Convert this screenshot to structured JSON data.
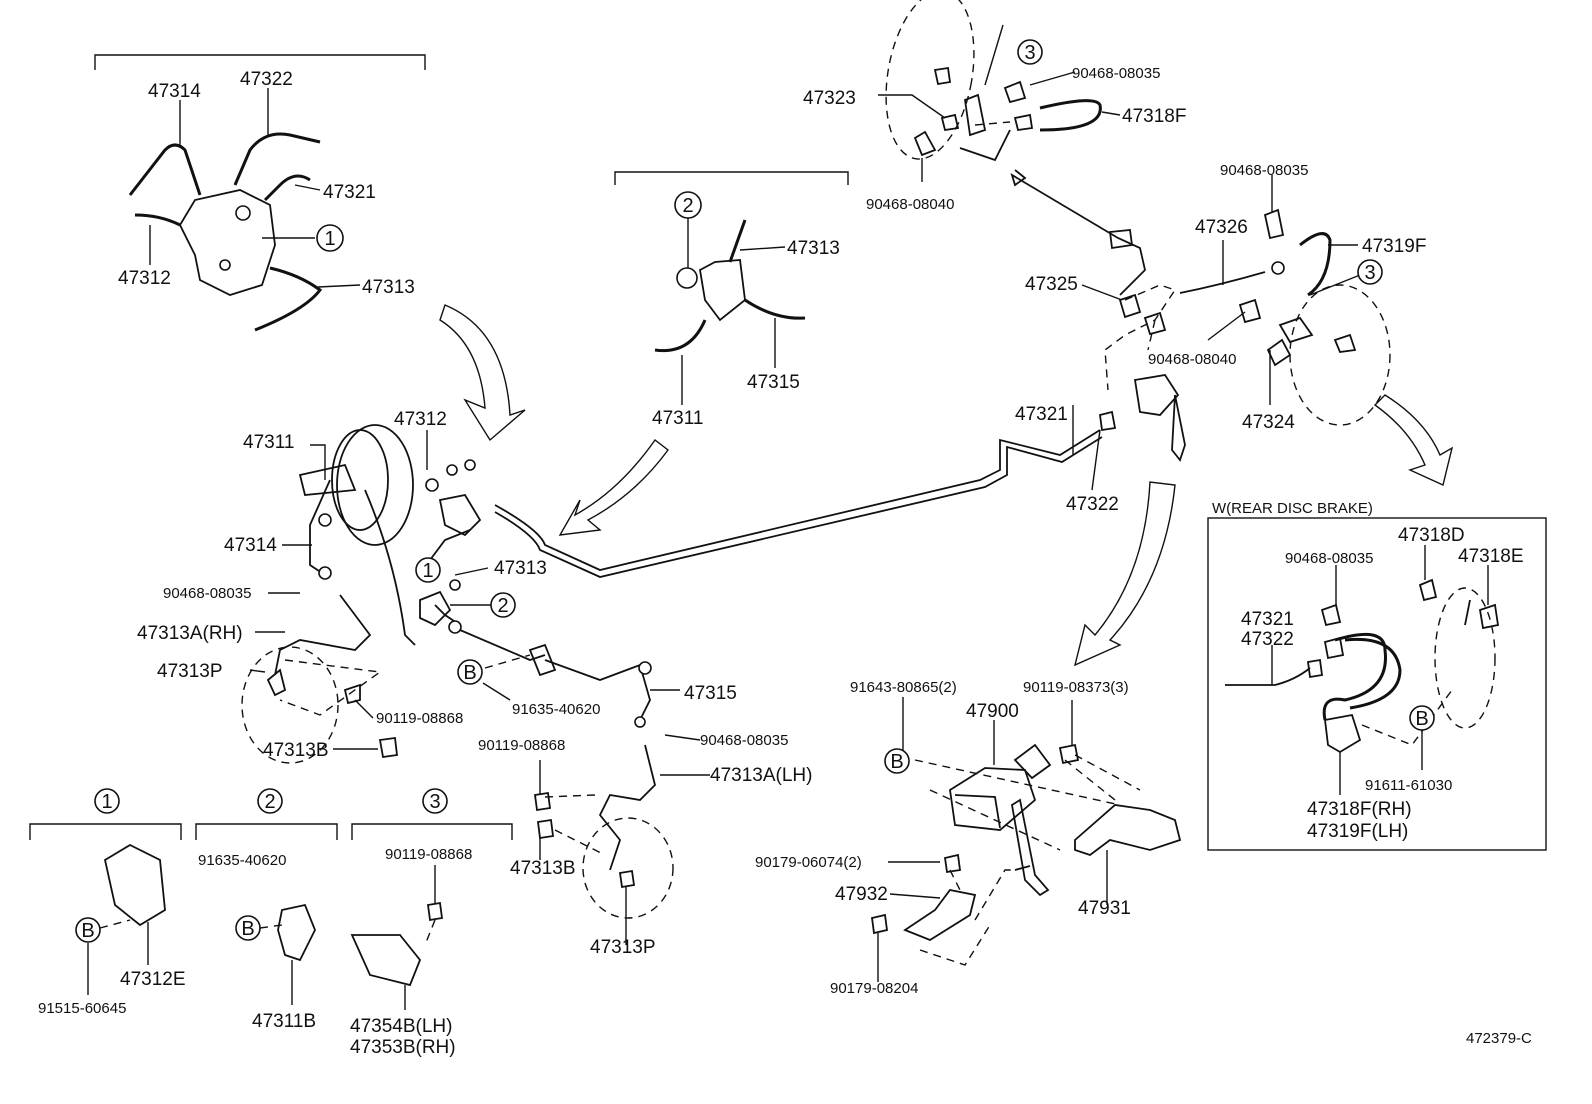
{
  "labels": {
    "tl_47314": "47314",
    "tl_47322": "47322",
    "tl_47321": "47321",
    "tl_47312": "47312",
    "tl_47313": "47313",
    "tc_47313": "47313",
    "tc_47315": "47315",
    "tc_47311": "47311",
    "m_47311": "47311",
    "m_47312": "47312",
    "m_47314": "47314",
    "m_47313": "47313",
    "m_90468_08035": "90468-08035",
    "m_47313A_RH": "47313A(RH)",
    "m_47313P": "47313P",
    "m_90119_08868": "90119-08868",
    "m_47313B": "47313B",
    "m_91635_40620": "91635-40620",
    "m_47315": "47315",
    "m_90468_08035b": "90468-08035",
    "m_90119_08868b": "90119-08868",
    "m_47313A_LH": "47313A(LH)",
    "m_47313Bb": "47313B",
    "m_47313Pb": "47313P",
    "b1_91515_60645": "91515-60645",
    "b1_47312E": "47312E",
    "b2_91635_40620": "91635-40620",
    "b2_47311B": "47311B",
    "b3_90119_08868": "90119-08868",
    "b3_47354B": "47354B(LH)",
    "b3_47353B": "47353B(RH)",
    "tr_47323": "47323",
    "tr_90468_08035": "90468-08035",
    "tr_47318F": "47318F",
    "tr_90468_08040": "90468-08040",
    "tr_90468_08035b": "90468-08035",
    "tr_47326": "47326",
    "tr_47319F": "47319F",
    "tr_47325": "47325",
    "tr_90468_08040b": "90468-08040",
    "tr_47321": "47321",
    "tr_47324": "47324",
    "tr_47322": "47322",
    "rd_title": "W(REAR DISC BRAKE)",
    "rd_47318D": "47318D",
    "rd_47318E": "47318E",
    "rd_90468_08035": "90468-08035",
    "rd_47321": "47321",
    "rd_47322": "47322",
    "rd_91611_61030": "91611-61030",
    "rd_47318F_RH": "47318F(RH)",
    "rd_47319F_LH": "47319F(LH)",
    "bc_91643_80865": "91643-80865(2)",
    "bc_47900": "47900",
    "bc_90119_08373": "90119-08373(3)",
    "bc_90179_06074": "90179-06074(2)",
    "bc_47932": "47932",
    "bc_47931": "47931",
    "bc_90179_08204": "90179-08204",
    "diagram_id": "472379-C"
  },
  "callouts": {
    "one": "1",
    "two": "2",
    "three": "3",
    "b": "B"
  }
}
